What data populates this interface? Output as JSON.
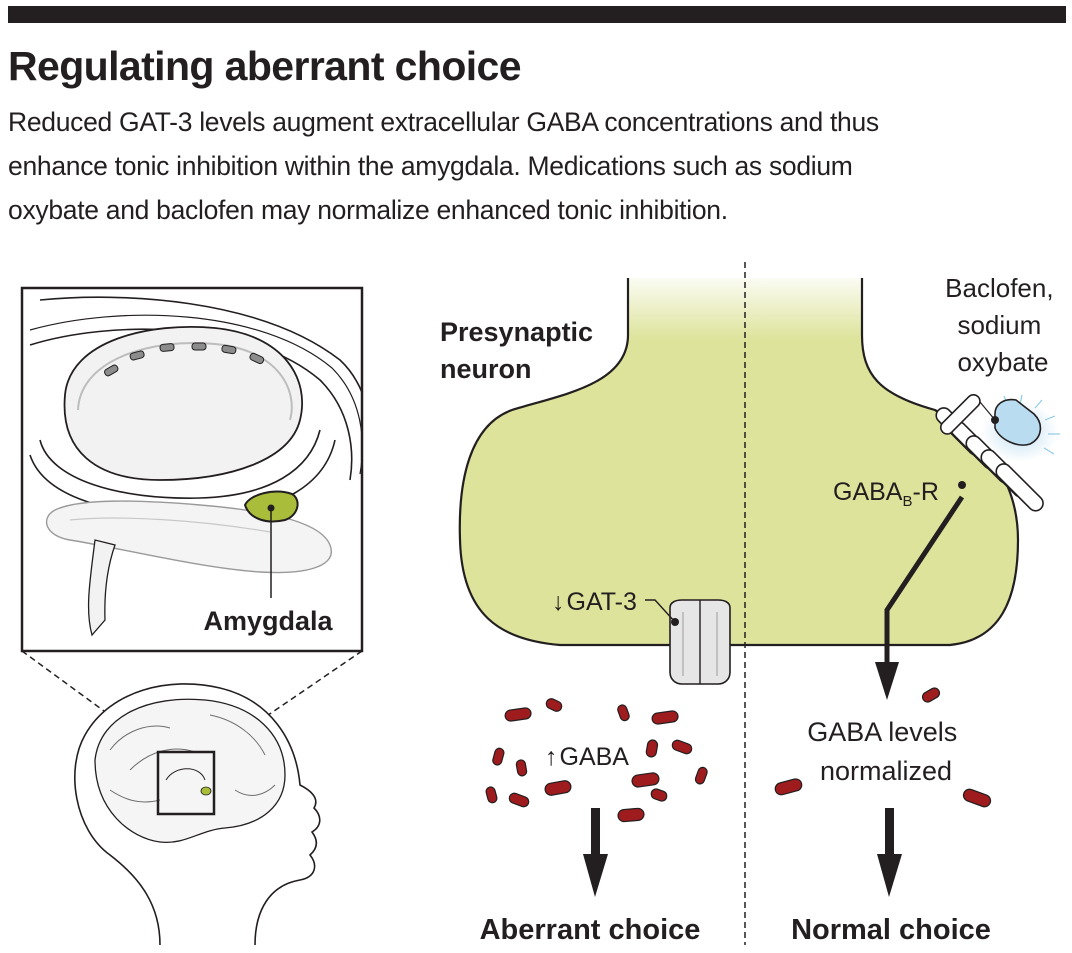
{
  "header": {
    "title": "Regulating aberrant choice",
    "subtitle_lines": [
      "Reduced GAT-3 levels augment extracellular GABA concentrations and thus",
      "enhance tonic inhibition within the amygdala. Medications such as sodium",
      "oxybate and baclofen may normalize enhanced tonic inhibition."
    ]
  },
  "brain_panel": {
    "amygdala_label": "Amygdala"
  },
  "synapse": {
    "presynaptic_label": [
      "Presynaptic",
      "neuron"
    ],
    "gat3_label": "GAT-3",
    "gaba_label": "GABA",
    "gaba_arrow": "↑",
    "gat3_arrow": "↓",
    "drug_label": [
      "Baclofen,",
      "sodium",
      "oxybate"
    ],
    "receptor_label": {
      "main": "GABA",
      "sub": "B",
      "suffix": "-R"
    },
    "normalized_label": [
      "GABA levels",
      "normalized"
    ]
  },
  "outcomes": {
    "left": "Aberrant choice",
    "right": "Normal choice"
  },
  "colors": {
    "neuron_fill": "#dde39a",
    "amygdala_fill": "#a9bd3a",
    "gaba_molecule": "#9e1b1e",
    "receptor_drug": "#b9dcf0",
    "ink": "#231f20"
  }
}
